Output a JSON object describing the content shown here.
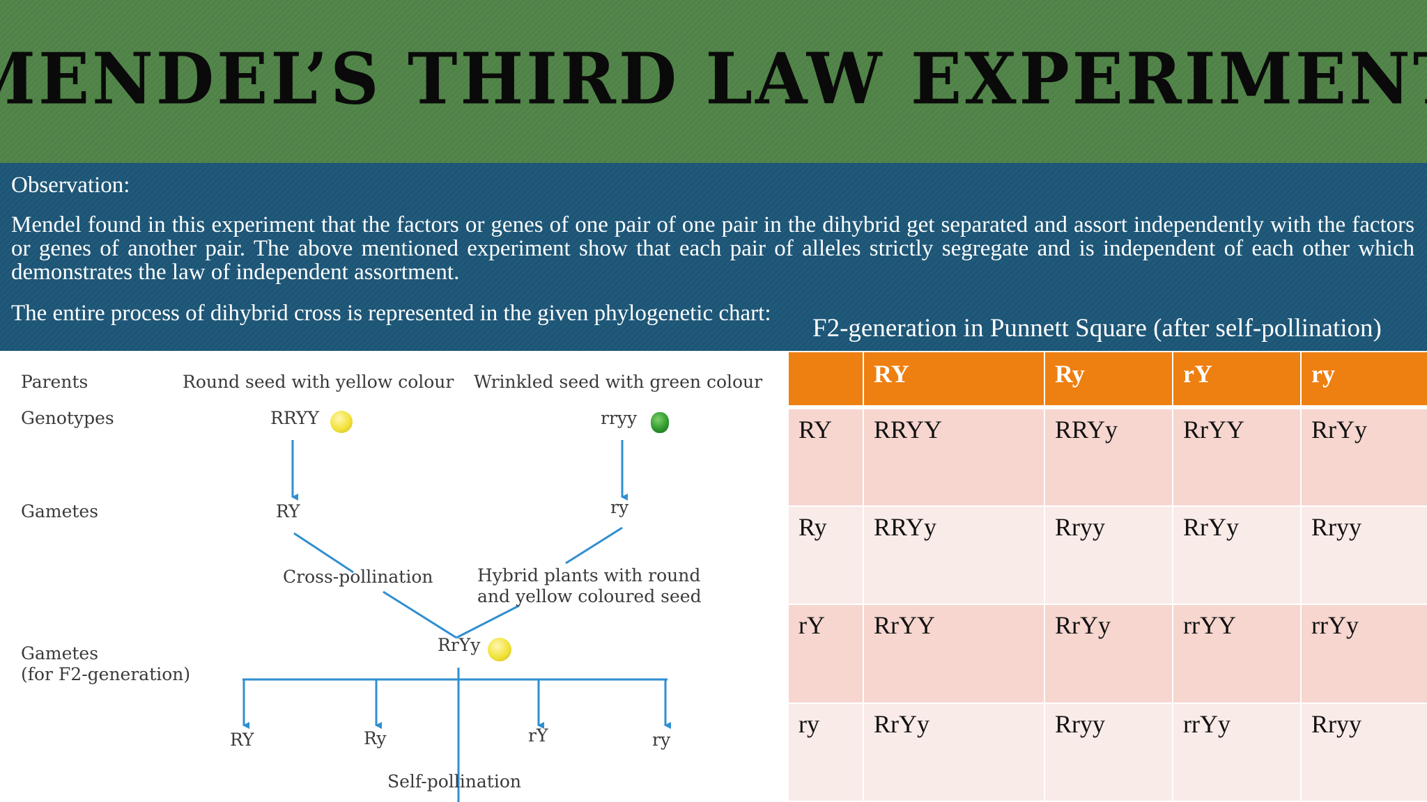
{
  "title": "MENDEL’S THIRD LAW EXPERIMENT",
  "observation": {
    "heading": "Observation:",
    "body": "Mendel found in this experiment that the factors or genes of one pair of one pair in the dihybrid get separated and assort independently with the factors or genes of another pair. The above mentioned experiment show that each pair of alleles strictly segregate and is independent of each other which demonstrates the law of independent assortment.",
    "process_line": "The entire process of dihybrid cross is represented in the given phylogenetic chart:"
  },
  "diagram": {
    "parents_label": "Parents",
    "parent1": "Round seed with yellow colour",
    "parent2": "Wrinkled seed with green colour",
    "genotypes_label": "Genotypes",
    "genotype1": "RRYY",
    "genotype2": "rryy",
    "gametes_label": "Gametes",
    "gamete1": "RY",
    "gamete2": "ry",
    "cross_pollination": "Cross-pollination",
    "hybrid_line1": "Hybrid plants with round",
    "hybrid_line2": "and yellow coloured seed",
    "hybrid_genotype": "RrYy",
    "f2_gametes_label_line1": "Gametes",
    "f2_gametes_label_line2": "(for F2-generation)",
    "f2_gametes": [
      "RY",
      "Ry",
      "rY",
      "ry"
    ],
    "self_pollination": "Self-pollination",
    "seed_colors": {
      "yellow": "#f2e23a",
      "green": "#2f9a2f"
    },
    "arrow_color": "#2f8fd0"
  },
  "punnett": {
    "caption": "F2-generation in Punnett Square (after self-pollination)",
    "header": [
      "",
      "RY",
      "Ry",
      "rY",
      "ry"
    ],
    "rows": [
      {
        "label": "RY",
        "cells": [
          "RRYY",
          "RRYy",
          "RrYY",
          "RrYy"
        ]
      },
      {
        "label": "Ry",
        "cells": [
          "RRYy",
          "Rryy",
          "RrYy",
          "Rryy"
        ]
      },
      {
        "label": "rY",
        "cells": [
          "RrYY",
          "RrYy",
          "rrYY",
          "rrYy"
        ]
      },
      {
        "label": "ry",
        "cells": [
          "RrYy",
          "Rryy",
          "rrYy",
          "Rryy"
        ]
      }
    ],
    "colors": {
      "header": "#ee7f11",
      "row_dark": "#f6d6cf",
      "row_light": "#f9ebe8"
    }
  },
  "colors": {
    "title_band": "#4f8246",
    "text_band": "#1c5576"
  }
}
